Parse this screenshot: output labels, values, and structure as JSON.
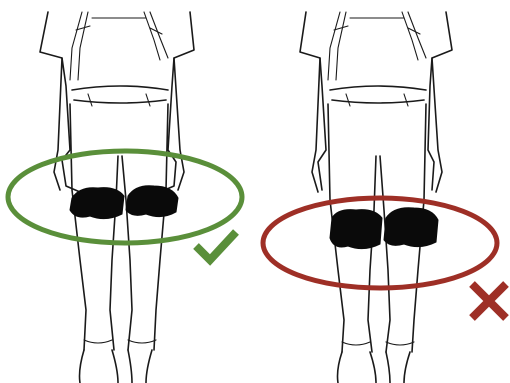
{
  "panels": [
    {
      "id": "correct",
      "verdict": "correct",
      "marker": "checkmark-icon"
    },
    {
      "id": "incorrect",
      "verdict": "incorrect",
      "marker": "cross-icon"
    }
  ],
  "colors": {
    "correct": "#5a8f3a",
    "incorrect": "#9e2f26",
    "outline": "#1a1a1a",
    "pad": "#0a0a0a",
    "background": "#ffffff"
  }
}
